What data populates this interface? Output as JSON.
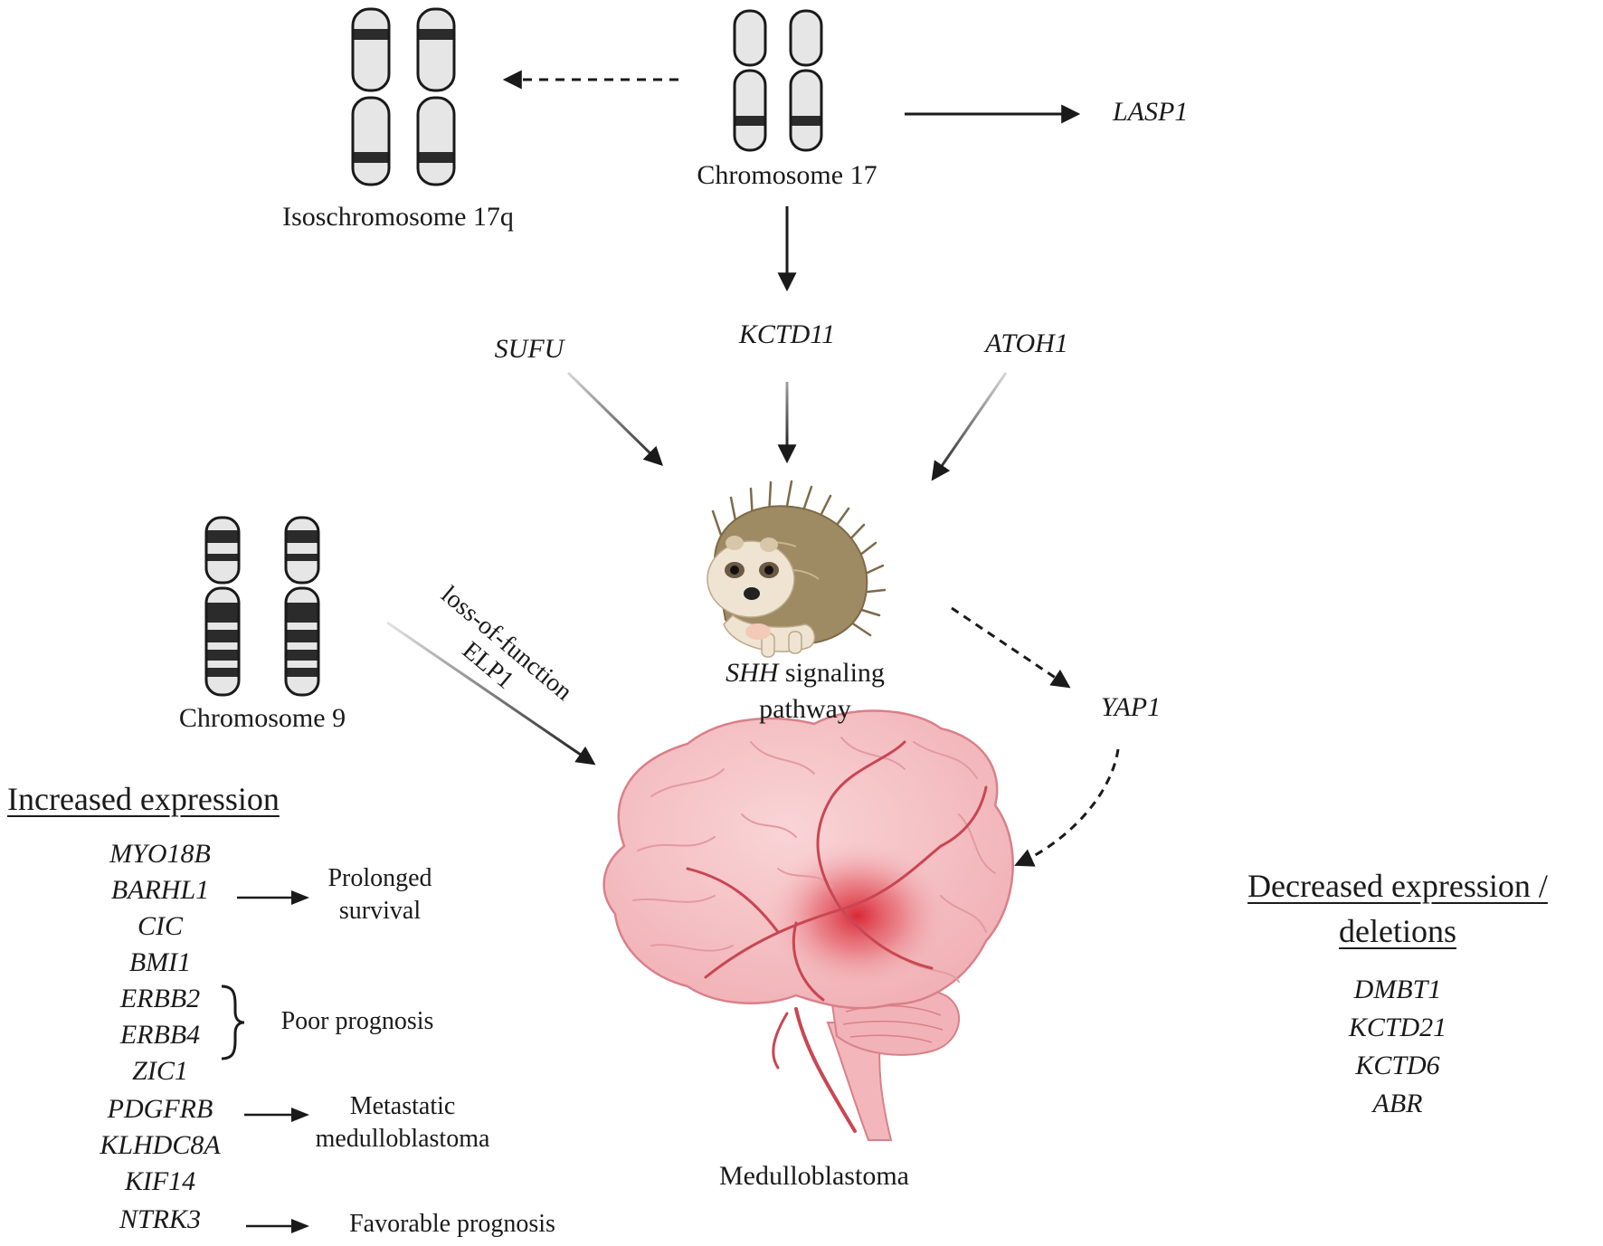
{
  "labels": {
    "isochromosome": "Isoschromosome 17q",
    "chromosome17": "Chromosome 17",
    "lasp1": "LASP1",
    "kctd11": "KCTD11",
    "sufu": "SUFU",
    "atoh1": "ATOH1",
    "shh_italic": "SHH",
    "shh_rest": " signaling",
    "shh_line2": "pathway",
    "chromosome9": "Chromosome 9",
    "elp1_line1": "loss-of-function",
    "elp1_line2": "ELP1",
    "yap1": "YAP1",
    "medulloblastoma": "Medulloblastoma"
  },
  "increased": {
    "heading": "Increased expression",
    "genes": [
      "MYO18B",
      "BARHL1",
      "CIC",
      "BMI1",
      "ERBB2",
      "ERBB4",
      "ZIC1",
      "PDGFRB",
      "KLHDC8A",
      "KIF14",
      "NTRK3"
    ],
    "notes": {
      "prolonged_1": "Prolonged",
      "prolonged_2": "survival",
      "poor": "Poor prognosis",
      "metastatic_1": "Metastatic",
      "metastatic_2": "medulloblastoma",
      "favorable": "Favorable prognosis"
    }
  },
  "decreased": {
    "heading_1": "Decreased expression /",
    "heading_2": "deletions",
    "genes": [
      "DMBT1",
      "KCTD21",
      "KCTD6",
      "ABR"
    ]
  },
  "colors": {
    "ink": "#1a1a1a",
    "chromosome_fill": "#e6e6e6",
    "band": "#2b2b2b",
    "brain_fill": "#f6c3c6",
    "brain_line": "#d98088",
    "tumor": "#d8202e",
    "hedgehog_spines": "#9e8a63",
    "hedgehog_body": "#efe4d2"
  }
}
